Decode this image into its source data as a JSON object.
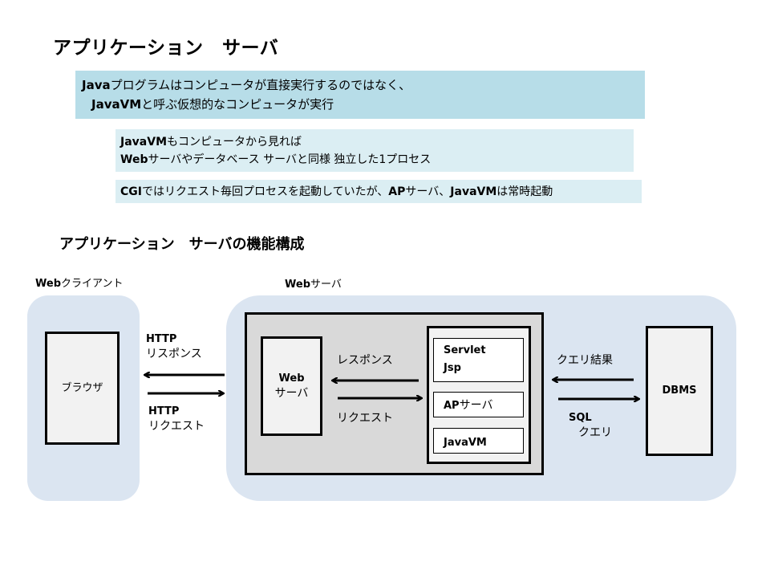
{
  "title": "アプリケーション　サーバ",
  "intro": {
    "line1_bold": "Java",
    "line1_rest": "プログラムはコンピュータが直接実行するのではなく、",
    "line2_bold": "JavaVM",
    "line2_rest": "と呼ぶ仮想的なコンピュータが実行"
  },
  "note1": {
    "line1_bold": "JavaVM",
    "line1_rest": "もコンピュータから見れば",
    "line2_bold": "Web",
    "line2_rest": "サーバやデータベース サーバと同様 独立した1プロセス"
  },
  "note2": {
    "part1_bold": "CGI",
    "part2": "ではリクエスト毎回プロセスを起動していたが、",
    "part3_bold": "AP",
    "part4": "サーバ、",
    "part5_bold": "JavaVM",
    "part6": "は常時起動"
  },
  "subtitle": "アプリケーション　サーバの機能構成",
  "diagram": {
    "client_region": {
      "label_bold": "Web",
      "label_rest": "クライアント"
    },
    "server_region": {
      "label_bold": "Web",
      "label_rest": "サーバ"
    },
    "browser": "ブラウザ",
    "web_server_node": {
      "line1": "Web",
      "line2": "サーバ"
    },
    "ap_stack": {
      "servlet": {
        "line1": "Servlet",
        "line2": "Jsp"
      },
      "ap_server": {
        "bold": "AP",
        "rest": "サーバ"
      },
      "jvm": "JavaVM"
    },
    "dbms": "DBMS",
    "http_response": {
      "proto": "HTTP",
      "text": "リスポンス"
    },
    "http_request": {
      "proto": "HTTP",
      "text": "リクエスト"
    },
    "inner_response": "レスポンス",
    "inner_request": "リクエスト",
    "query_result": "クエリ結果",
    "sql_query": {
      "proto": "SQL",
      "text": "クエリ"
    }
  },
  "colors": {
    "intro_bg": "#b7dde8",
    "note_bg": "#dbeef3",
    "region_bg": "#dbe5f1",
    "server_box_bg": "#d9d9d9",
    "node_bg": "#f2f2f2"
  }
}
